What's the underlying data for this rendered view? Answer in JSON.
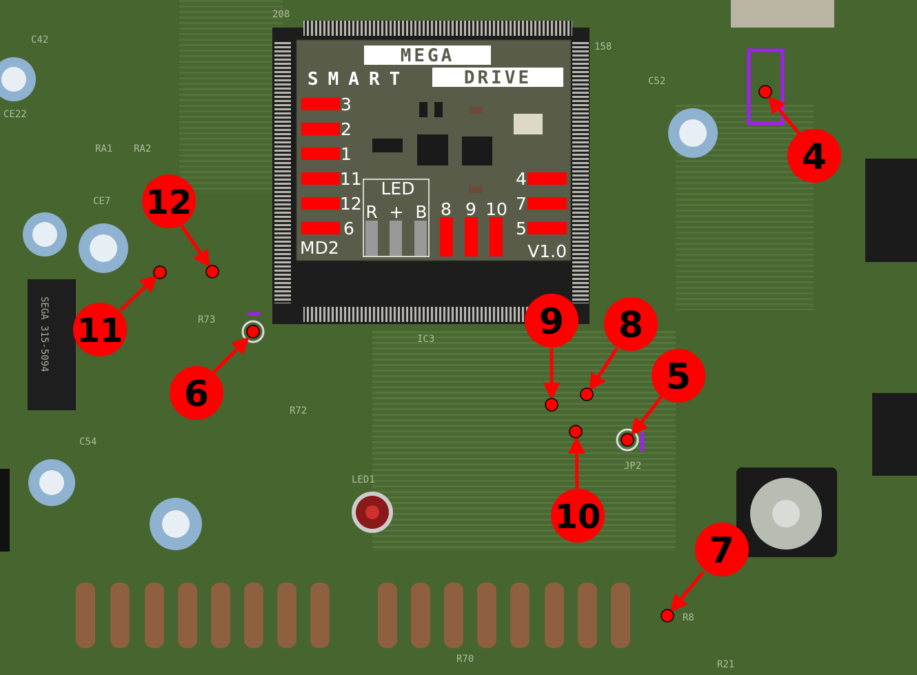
{
  "board": {
    "title_top": "MEGA",
    "title_left": "SMART",
    "title_right": "DRIVE",
    "model": "MD2",
    "version": "V1.0",
    "led_label": "LED",
    "led_pins": [
      "R",
      "+",
      "B"
    ],
    "left_pads": [
      "3",
      "2",
      "1",
      "11",
      "12",
      "6"
    ],
    "right_pads": [
      "4",
      "7",
      "5"
    ],
    "bottom_pads": [
      "8",
      "9",
      "10"
    ]
  },
  "callouts": [
    "12",
    "11",
    "6",
    "4",
    "9",
    "8",
    "5",
    "10",
    "7"
  ],
  "silkscreen": [
    "C42",
    "CE22",
    "RA1",
    "RA2",
    "CE7",
    "SEGA 315-5094",
    "C52",
    "IC3",
    "JP2",
    "R8",
    "R21",
    "R70",
    "LED1",
    "R73",
    "R72",
    "C54",
    "158",
    "208"
  ],
  "colors": {
    "pad": "#ff0000",
    "callout": "#ff0000",
    "highlight": "#a020f0",
    "pcb": "#4b6a34",
    "board": "#5a5e4a"
  }
}
